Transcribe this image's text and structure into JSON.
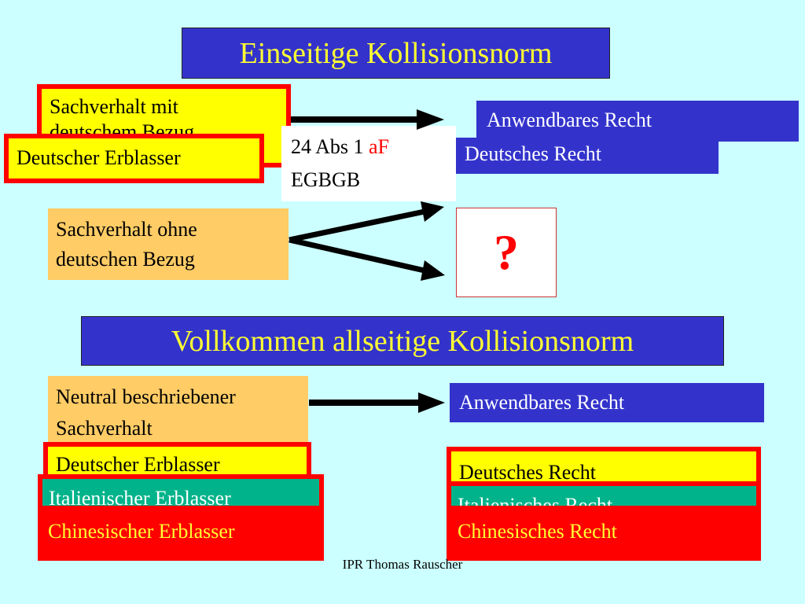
{
  "titles": {
    "one_sided": "Einseitige Kollisionsnorm",
    "all_sided": "Vollkommen allseitige Kollisionsnorm"
  },
  "top": {
    "sachverhalt_bezug": [
      "Sachverhalt mit",
      "deutschem Bezug"
    ],
    "deutscher_erblasser": "Deutscher Erblasser",
    "norm_number": "24 Abs 1 ",
    "norm_af": "aF",
    "norm_law": "EGBGB",
    "anwendbares_recht": "Anwendbares Recht",
    "deutsches_recht": "Deutsches Recht",
    "sachverhalt_ohne": [
      "Sachverhalt ohne",
      "deutschen Bezug"
    ],
    "question": "?"
  },
  "bottom": {
    "neutral": [
      "Neutral beschriebener",
      "Sachverhalt"
    ],
    "anwendbares_recht": "Anwendbares Recht",
    "deutscher_erblasser": "Deutscher Erblasser",
    "italienischer_erblasser": "Italienischer Erblasser",
    "chinesischer_erblasser": "Chinesischer Erblasser",
    "deutsches_recht": "Deutsches Recht",
    "italienisches_recht": "Italienisches Recht",
    "chinesisches_recht": "Chinesisches Recht"
  },
  "footer": "IPR Thomas Rauscher",
  "colors": {
    "background": "#ccffff",
    "title_bg": "#3333cc",
    "title_text": "#ffff33",
    "red": "#ff0000",
    "yellow": "#ffff00",
    "orange": "#ffcc66",
    "green": "#00b38a"
  }
}
